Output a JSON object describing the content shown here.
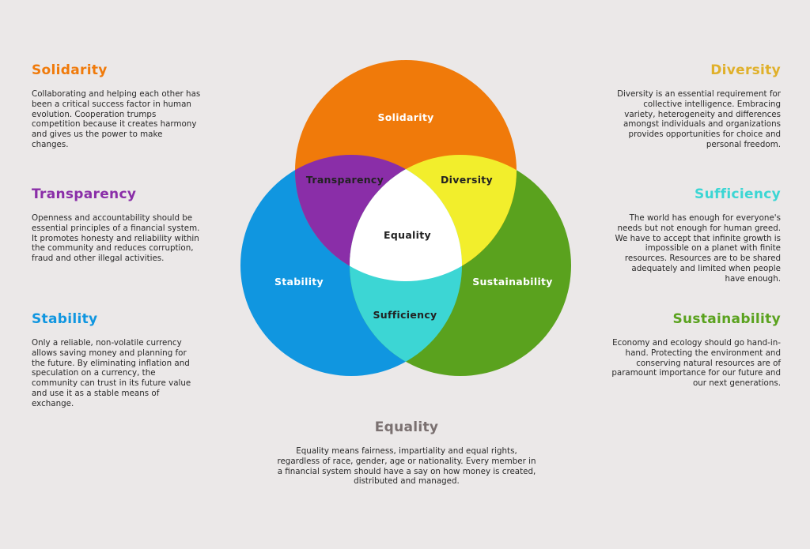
{
  "colors": {
    "solidarity": "#f07a0a",
    "transparency": "#8a2ea8",
    "stability": "#1096e0",
    "diversity": "#e0b02a",
    "sufficiency": "#3cd6d4",
    "sustainability": "#5aa21e",
    "equality": "#7a7070"
  },
  "diagram": {
    "solidarity": "Solidarity",
    "stability": "Stability",
    "sustainability": "Sustainability",
    "transparency": "Transparency",
    "diversity": "Diversity",
    "sufficiency": "Sufficiency",
    "equality": "Equality"
  },
  "blocks": {
    "solidarity": {
      "title": "Solidarity",
      "text": "Collaborating and helping each other has been a critical success factor in human evolution. Cooperation trumps competition because it creates harmony and gives us the power to make changes."
    },
    "transparency": {
      "title": "Transparency",
      "text": "Openness and accountability should be essential principles of a financial system. It promotes honesty and reliability within the community and reduces corruption, fraud and other illegal activities."
    },
    "stability": {
      "title": "Stability",
      "text": "Only a reliable, non-volatile currency allows saving money and planning for the future. By eliminating inflation and speculation on a currency, the community can trust in its future value and use it as a stable means of exchange."
    },
    "diversity": {
      "title": "Diversity",
      "text": "Diversity is an essential requirement for collective intelligence. Embracing variety, heterogeneity and differences amongst individuals and organizations provides opportunities for choice and personal freedom."
    },
    "sufficiency": {
      "title": "Sufficiency",
      "text": "The world has enough for everyone's needs but not enough for human greed. We have to accept that infinite growth is impossible on a planet with finite resources. Resources are to be shared adequately and limited when people have enough."
    },
    "sustainability": {
      "title": "Sustainability",
      "text": "Economy and ecology should go hand-in-hand. Protecting the environment and conserving natural resources are of paramount importance for our future and our next generations."
    },
    "equality": {
      "title": "Equality",
      "text": "Equality means fairness, impartiality and equal rights, regardless of race, gender, age or nationality. Every member in a financial system should have a say on how money is created, distributed and managed."
    }
  }
}
